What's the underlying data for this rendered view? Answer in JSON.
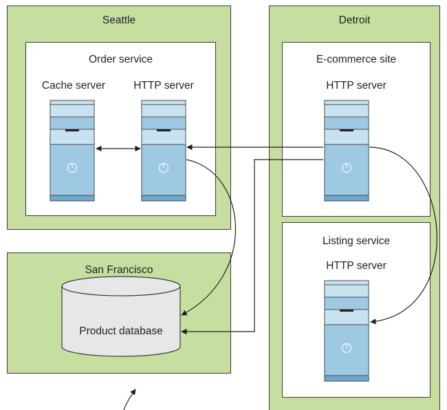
{
  "regions": {
    "seattle": {
      "label": "Seattle"
    },
    "detroit": {
      "label": "Detroit"
    },
    "san_francisco": {
      "label": "San Francisco"
    }
  },
  "services": {
    "order_service": {
      "label": "Order service",
      "cache_server_label": "Cache server",
      "http_server_label": "HTTP server"
    },
    "ecommerce_site": {
      "label": "E-commerce site",
      "http_server_label": "HTTP server"
    },
    "listing_service": {
      "label": "Listing service",
      "http_server_label": "HTTP server"
    }
  },
  "database": {
    "label": "Product database"
  },
  "colors": {
    "region_fill": "#c6dea0",
    "server_light": "#c9e2f0",
    "server_mid": "#9ec9e3",
    "server_dark": "#6ea8ce",
    "database_fill": "#e6e7e8"
  },
  "icons": [
    "server-icon",
    "power-icon",
    "database-icon",
    "arrow-icon"
  ]
}
